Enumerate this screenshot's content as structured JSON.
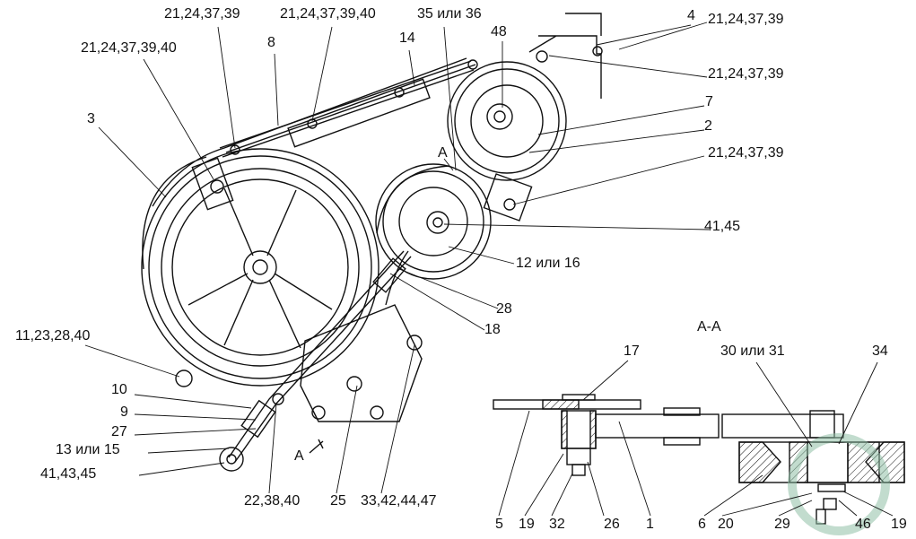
{
  "section_title": "A-A",
  "section_marker": "A",
  "labels": {
    "top_21_24_37_39": "21,24,37,39",
    "top_21_24_37_39_40": "21,24,37,39,40",
    "left_21_24_37_39_40": "21,24,37,39,40",
    "p35_36": "35 или 36",
    "p48": "48",
    "p4": "4",
    "right_a": "21,24,37,39",
    "right_b": "21,24,37,39",
    "right_c": "21,24,37,39",
    "p8": "8",
    "p14": "14",
    "p7": "7",
    "p3": "3",
    "p2": "2",
    "p41_45": "41,45",
    "p12_16": "12 или 16",
    "p28": "28",
    "p18": "18",
    "p11_23_28_40": "11,23,28,40",
    "p10": "10",
    "p9": "9",
    "p27": "27",
    "p13_15": "13 или 15",
    "p41_43_45": "41,43,45",
    "p22_38_40": "22,38,40",
    "p25": "25",
    "p33_42_44_47": "33,42,44,47",
    "p17": "17",
    "p30_31": "30 или 31",
    "p34": "34",
    "p5": "5",
    "p19a": "19",
    "p32": "32",
    "p26": "26",
    "p1": "1",
    "p6": "6",
    "p20": "20",
    "p29": "29",
    "p46": "46",
    "p19b": "19"
  }
}
